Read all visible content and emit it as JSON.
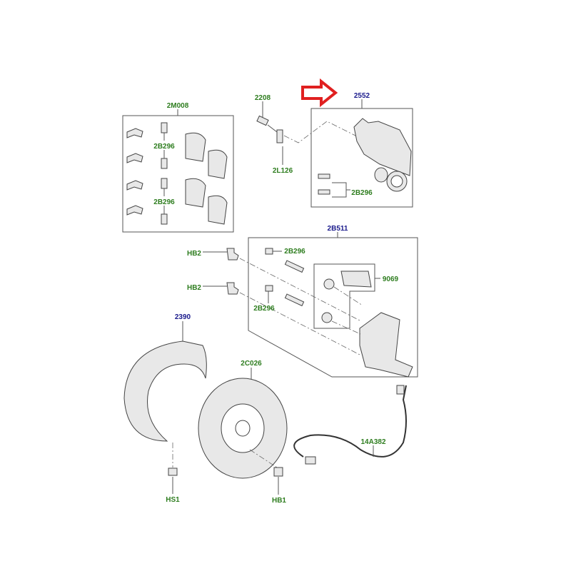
{
  "diagram": {
    "labels": {
      "pad_kit": "2M008",
      "pad_kit_bolt_top": "2B296",
      "pad_kit_bolt_bottom": "2B296",
      "bleed_screw": "2208",
      "brake_hose": "2L126",
      "caliper": "2552",
      "caliper_bolts": "2B296",
      "carrier_kit": "2B511",
      "carrier_bolt_top": "2B296",
      "carrier_bolt_bottom": "2B296",
      "guide_kit": "9069",
      "hub_bolt_top": "HB2",
      "hub_bolt_bottom": "HB2",
      "splash_shield": "2390",
      "brake_disc": "2C026",
      "abs_sensor": "14A382",
      "shield_screw": "HS1",
      "disc_bolt": "HB1"
    },
    "colors": {
      "part_number_green": "#2e7d1f",
      "assembly_number_blue": "#1a1a8c",
      "highlight_arrow": "#e02020"
    }
  }
}
